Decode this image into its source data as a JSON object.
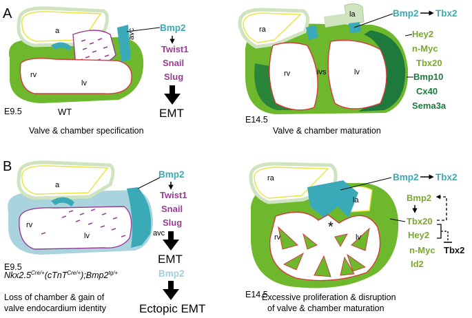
{
  "panels": {
    "A": "A",
    "B": "B"
  },
  "A_left": {
    "chambers": {
      "a": "a",
      "avc": "avc",
      "rv": "rv",
      "lv": "lv"
    },
    "stage": "E9.5",
    "genotype": "WT",
    "gene_top": "Bmp2",
    "genes": [
      "Twist1",
      "Snail",
      "Slug"
    ],
    "outcome": "EMT",
    "caption": "Valve & chamber specification"
  },
  "A_right": {
    "chambers": {
      "ra": "ra",
      "la": "la",
      "rv": "rv",
      "ivs": "ivs",
      "lv": "lv"
    },
    "stage": "E14.5",
    "bmp2": "Bmp2",
    "tbx2": "Tbx2",
    "genes_light": [
      "Hey2",
      "n-Myc",
      "Tbx20"
    ],
    "genes_dark": [
      "Bmp10",
      "Cx40",
      "Sema3a"
    ],
    "caption": "Valve & chamber maturation"
  },
  "B_left": {
    "chambers": {
      "a": "a",
      "avc": "avc",
      "rv": "rv",
      "lv": "lv"
    },
    "stage": "E9.5",
    "gene_top": "Bmp2",
    "genes": [
      "Twist1",
      "Snail",
      "Slug"
    ],
    "outcome1": "EMT",
    "genotype_parts": {
      "p1": "Nkx2.5",
      "s1": "Cre/+",
      "p2": "(cTnT",
      "s2": "Cre/+",
      "p3": ");Bmp2",
      "s3": "tg/+"
    },
    "gene_lower": "Bmp2",
    "outcome2": "Ectopic EMT",
    "caption_lines": [
      "Loss of chamber & gain of",
      "valve endocardium identity"
    ]
  },
  "B_right": {
    "chambers": {
      "ra": "ra",
      "la": "la",
      "rv": "rv",
      "lv": "lv",
      "star": "*"
    },
    "stage": "E14.5",
    "bmp2": "Bmp2",
    "tbx2": "Tbx2",
    "bmp2_second": "Bmp2",
    "genes": [
      "Tbx20",
      "Hey2",
      "n-Myc",
      "Id2"
    ],
    "tbx2_repressed": "Tbx2",
    "caption_lines": [
      "Excessive proliferation & disruption",
      "of valve & chamber maturation"
    ]
  },
  "colors": {
    "myocardium": "#6eb82e",
    "dark_myocardium": "#1e7a3c",
    "endocardium_red": "#d8383a",
    "atrium_yellow": "#e8e43a",
    "cushion_purple": "#9b3a96",
    "bmp2_cyan": "#3aaab8",
    "light_atrium": "#cfe3c0"
  }
}
